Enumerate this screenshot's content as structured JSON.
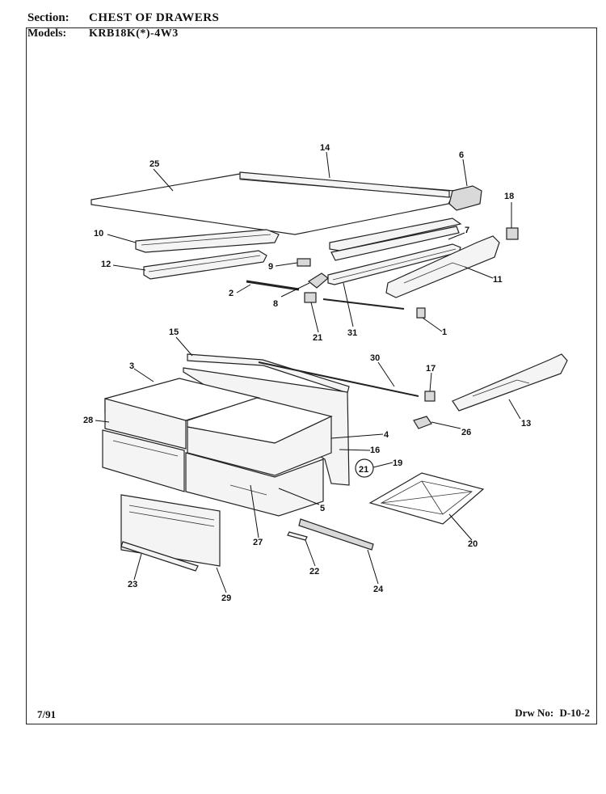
{
  "header": {
    "section_label": "Section:",
    "section_value": "CHEST OF DRAWERS",
    "models_label": "Models:",
    "models_value": "KRB18K(*)-4W3"
  },
  "footer": {
    "date": "7/91",
    "drawing_label": "Drw No:",
    "drawing_number": "D-10-2"
  },
  "callouts": [
    "1",
    "2",
    "3",
    "4",
    "5",
    "6",
    "7",
    "8",
    "9",
    "10",
    "11",
    "12",
    "13",
    "14",
    "15",
    "16",
    "17",
    "18",
    "19",
    "20",
    "21",
    "22",
    "23",
    "24",
    "25",
    "26",
    "27",
    "28",
    "29",
    "30",
    "31"
  ]
}
